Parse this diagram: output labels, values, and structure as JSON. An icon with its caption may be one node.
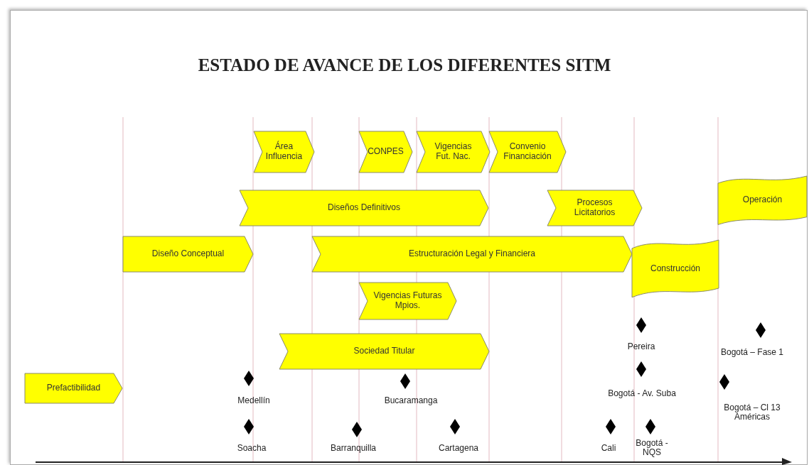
{
  "diagram": {
    "title": "ESTADO DE AVANCE DE LOS DIFERENTES SITM",
    "nodes": [
      {
        "text": [
          "Área Influencia"
        ]
      },
      {
        "text": [
          "CONPES"
        ]
      },
      {
        "text": [
          "Vigencias Fut. Nac."
        ]
      },
      {
        "text": [
          "Convenio Financiación"
        ]
      },
      {
        "text": [
          "Diseños Definitivos"
        ]
      },
      {
        "text": [
          "Procesos Licitatorios"
        ]
      },
      {
        "text": [
          "Operación"
        ]
      },
      {
        "text": [
          "Diseño Conceptual"
        ]
      },
      {
        "text": [
          "Estructuración Legal y Financiera"
        ]
      },
      {
        "text": [
          "Construcción"
        ]
      },
      {
        "text": [
          "Vigencias Futuras Mpios."
        ]
      },
      {
        "text": [
          "Sociedad Titular"
        ]
      },
      {
        "text": [
          "Prefactibilidad"
        ]
      }
    ],
    "labels": [
      "Pereira",
      "Bogotá – Fase 1",
      "Medellín",
      "Bogotá - Av. Suba",
      "Bucaramanga",
      "Bogotá – Cl 13 Américas",
      "Soacha",
      "Barranquilla",
      "Cartagena",
      "Cali",
      "Bogotá - NQS"
    ]
  }
}
